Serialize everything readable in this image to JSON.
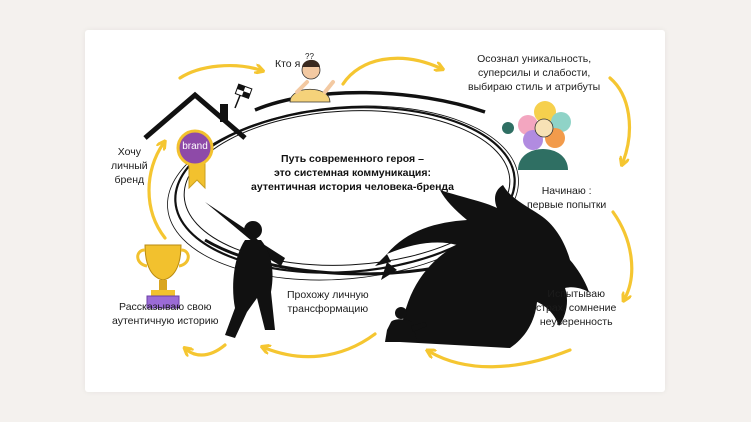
{
  "title_lines": [
    "Путь современного героя –",
    "это системная коммуникация:",
    "аутентичная история человека-бренда"
  ],
  "stages": {
    "who_am_i": {
      "lines": [
        "Кто я"
      ],
      "mark": "??"
    },
    "realized": {
      "lines": [
        "Осознал уникальность,",
        "суперсилы и слабости,",
        "выбираю стиль и атрибуты"
      ]
    },
    "start": {
      "lines": [
        "Начинаю :",
        "первые попытки"
      ]
    },
    "fear": {
      "lines": [
        "Испытываю",
        "страх, сомнение",
        "неуверенность"
      ]
    },
    "transform": {
      "lines": [
        "Прохожу личную",
        "трансформацию"
      ]
    },
    "tell": {
      "lines": [
        "Рассказываю свою",
        "аутентичную историю"
      ]
    },
    "want": {
      "lines": [
        "Хочу",
        "личный",
        "бренд"
      ]
    }
  },
  "badge_label": "brand",
  "colors": {
    "arrow": "#f5c631",
    "badge": "#8e4aa8",
    "ribbon": "#f2c12e",
    "ink": "#111111"
  },
  "icons": [
    "house-icon",
    "checkered-flag-icon",
    "person-thinking-icon",
    "flower-head-icon",
    "dragon-icon",
    "dabbing-figure-icon",
    "trophy-icon",
    "kneeling-figure-icon"
  ]
}
